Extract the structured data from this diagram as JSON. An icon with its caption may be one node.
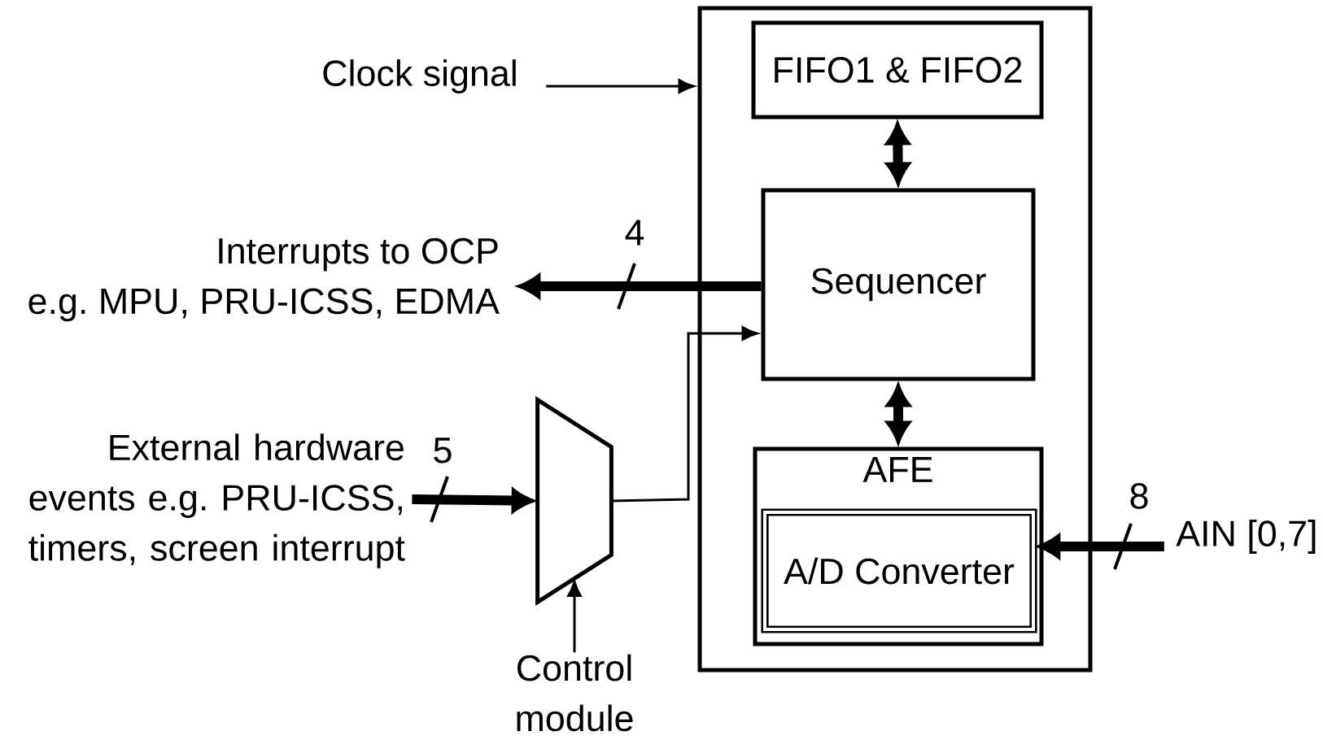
{
  "diagram": {
    "nodes": [
      {
        "text": [],
        "shape": "box"
      },
      {
        "text": [
          "FIFO1 & FIFO2"
        ],
        "in": 0
      },
      {
        "text": [
          "Sequencer"
        ],
        "in": 0
      },
      {
        "text": [
          "AFE"
        ],
        "in": 0
      },
      {
        "text": [
          "A/D Converter"
        ],
        "in": 3
      },
      {
        "text": [
          "Clock signal"
        ]
      },
      {
        "text": [
          "Interrupts to OCP e.g. MPU, PRU-ICSS, EDMA"
        ]
      },
      {
        "text": [
          "External hardware events e.g. PRU-ICSS, timers, screen interrupt"
        ]
      },
      {
        "text": [],
        "shape": "trapezoid"
      },
      {
        "text": [
          "Control module"
        ]
      },
      {
        "text": [
          "AIN [0,7]"
        ]
      }
    ],
    "edges": [
      {
        "from": 5,
        "to": 0,
        "arrow": "to"
      },
      {
        "from": 1,
        "to": 2,
        "arrow": "both"
      },
      {
        "from": 2,
        "to": 6,
        "arrow": "to",
        "label": "4"
      },
      {
        "from": 2,
        "to": 3,
        "arrow": "both"
      },
      {
        "from": 7,
        "to": 8,
        "arrow": "to",
        "label": "5"
      },
      {
        "from": 8,
        "to": 2,
        "arrow": "to"
      },
      {
        "from": 9,
        "to": 8,
        "arrow": "to"
      },
      {
        "from": 10,
        "to": 4,
        "arrow": "to",
        "label": "8"
      }
    ]
  }
}
